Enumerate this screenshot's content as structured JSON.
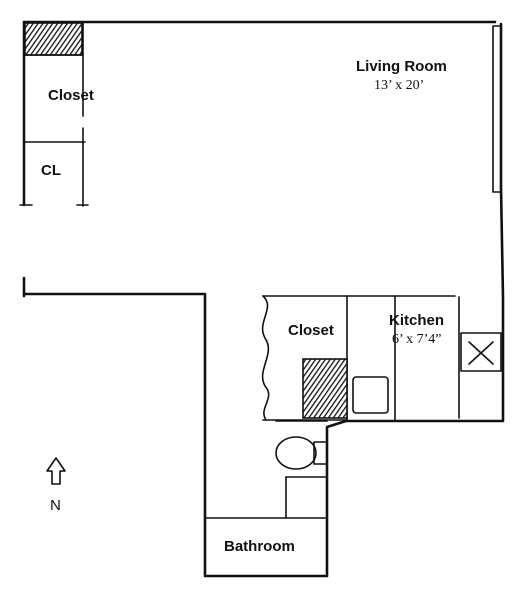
{
  "rooms": {
    "living_room": {
      "name": "Living Room",
      "dimensions": "13’ x 20’"
    },
    "closet_main": {
      "name": "Closet"
    },
    "closet_cl": {
      "name": "CL"
    },
    "closet_kitchen": {
      "name": "Closet"
    },
    "kitchen": {
      "name": "Kitchen",
      "dimensions": "6’ x 7’4”"
    },
    "bathroom": {
      "name": "Bathroom"
    }
  },
  "compass": {
    "label": "N",
    "icon": "north-arrow-icon"
  }
}
